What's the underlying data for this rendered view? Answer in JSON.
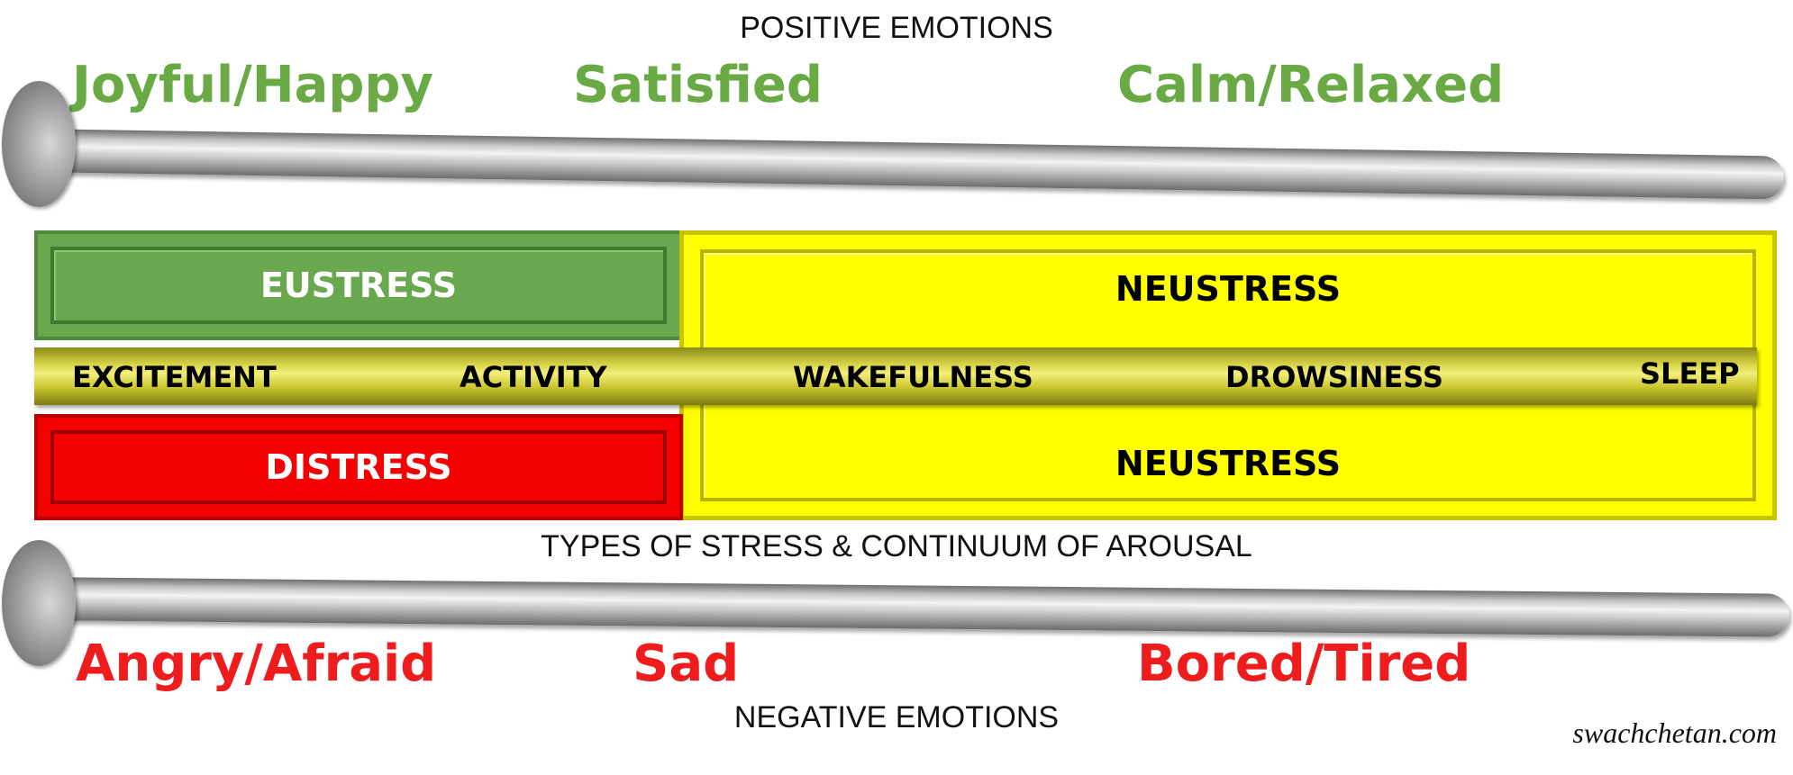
{
  "captions": {
    "top": "POSITIVE EMOTIONS",
    "middle": "TYPES OF STRESS & CONTINUUM OF AROUSAL",
    "bottom": "NEGATIVE EMOTIONS"
  },
  "positive_emotions": [
    "Joyful/Happy",
    "Satisfied",
    "Calm/Relaxed"
  ],
  "negative_emotions": [
    "Angry/Afraid",
    "Sad",
    "Bored/Tired"
  ],
  "stress_types": {
    "eustress": "EUSTRESS",
    "distress": "DISTRESS",
    "neustress_top": "NEUSTRESS",
    "neustress_bottom": "NEUSTRESS"
  },
  "arousal_continuum": [
    "EXCITEMENT",
    "ACTIVITY",
    "WAKEFULNESS",
    "DROWSINESS",
    "SLEEP"
  ],
  "watermark": "swachchetan.com",
  "colors": {
    "positive": "#6aaa45",
    "negative": "#ee1c1c",
    "eustress": "#6aa84f",
    "distress": "#f50000",
    "neustress": "#ffff00"
  }
}
